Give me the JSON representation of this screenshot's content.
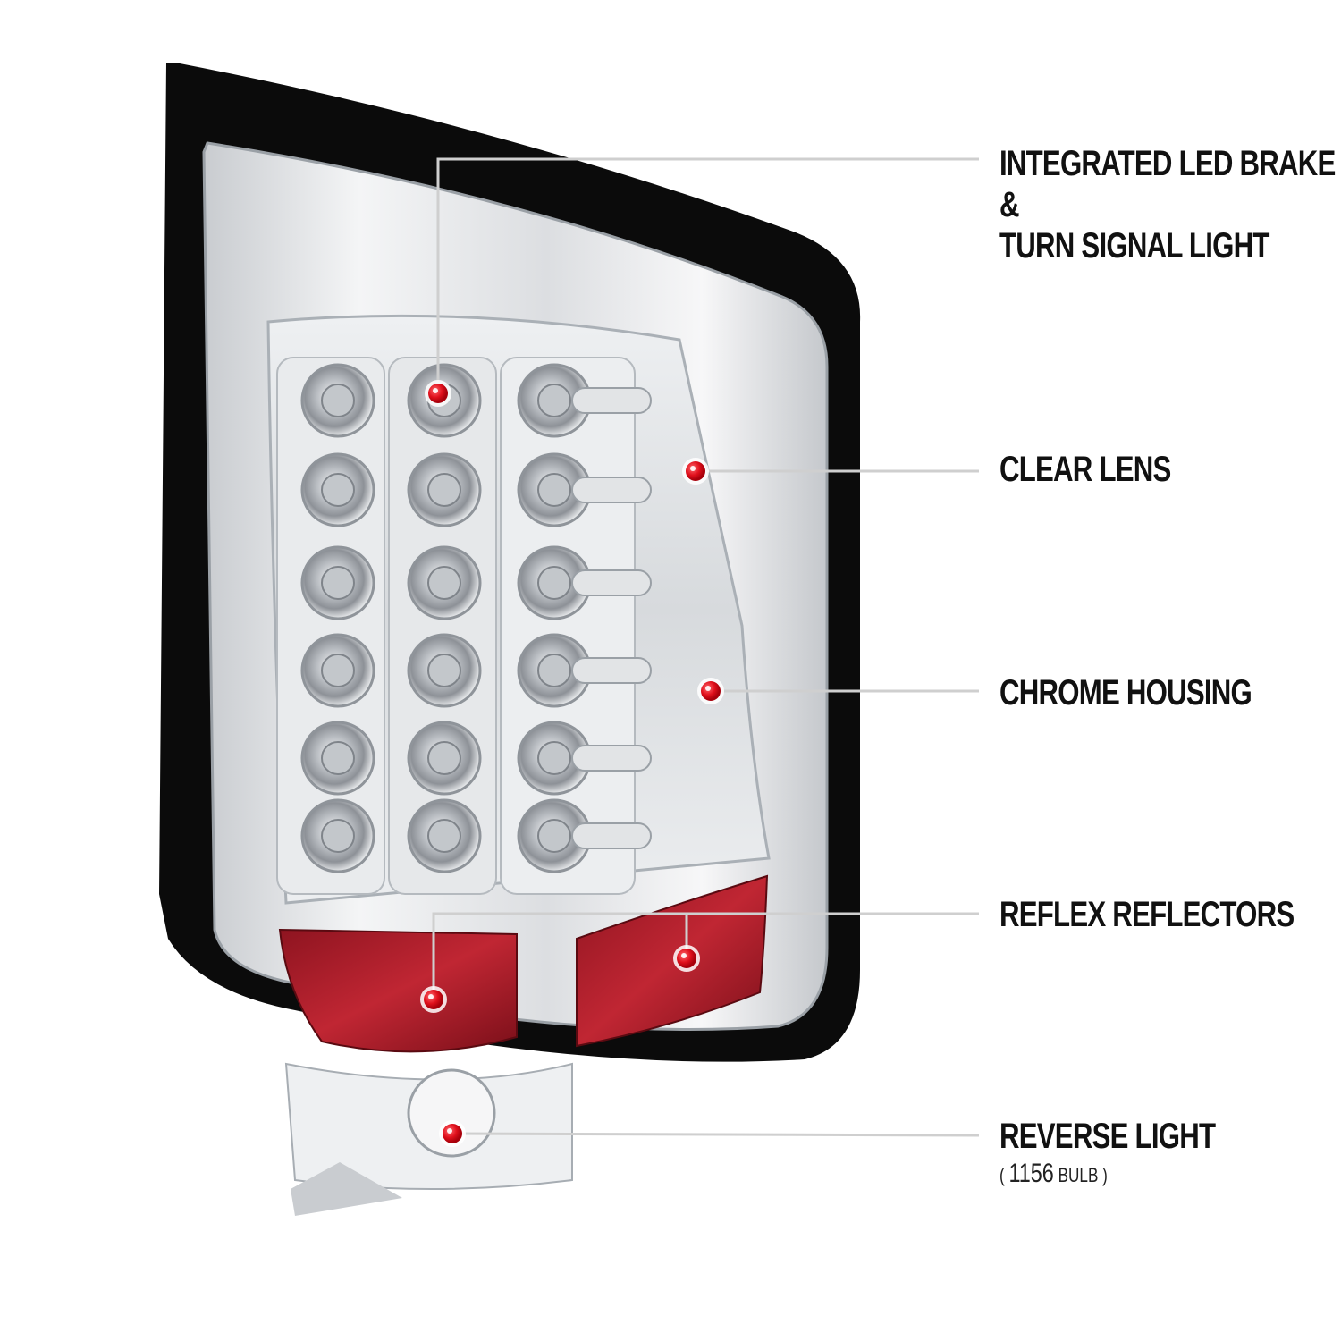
{
  "callouts": {
    "brake_turn": {
      "line1": "INTEGRATED LED BRAKE",
      "line2": "&",
      "line3": "TURN SIGNAL LIGHT"
    },
    "clear_lens": "CLEAR LENS",
    "chrome_housing": "CHROME HOUSING",
    "reflex_reflectors": "REFLEX REFLECTORS",
    "reverse_light": {
      "title": "REVERSE LIGHT",
      "bulb_open": "( ",
      "bulb_number": "1156",
      "bulb_word": " BULB )"
    }
  },
  "colors": {
    "callout_dot": "#e0101c",
    "callout_line": "#cfcfcf",
    "housing_frame": "#0a0a0a",
    "reflector": "#b3202a",
    "chrome": "#d8dadd"
  }
}
